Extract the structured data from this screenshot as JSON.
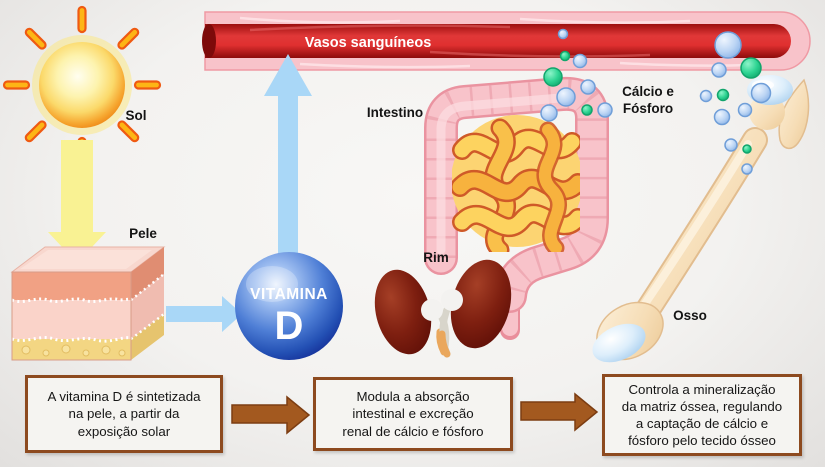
{
  "diagram_labels": {
    "sun": "Sol",
    "skin": "Pele",
    "blood_vessels": "Vasos sanguíneos",
    "vitamin_line1": "VITAMINA",
    "vitamin_line2": "D",
    "intestine": "Intestino",
    "kidney": "Rim",
    "bone": "Osso",
    "minerals_line1": "Cálcio e",
    "minerals_line2": "Fósforo"
  },
  "flow_boxes": [
    {
      "lines": [
        "A vitamina D é sintetizada",
        "na pele, a partir da",
        "exposição solar"
      ]
    },
    {
      "lines": [
        "Modula a absorção",
        "intestinal e excreção",
        "renal de cálcio e fósforo"
      ]
    },
    {
      "lines": [
        "Controla a mineralização",
        "da matriz óssea, regulando",
        "a captação de cálcio e",
        "fósforo pelo tecido ósseo"
      ]
    }
  ],
  "colors": {
    "flow_arrow_brown": "#a3591f",
    "box_border_brown": "#8d4a1f",
    "light_blue_arrow": "#a9d7f7",
    "sunbeam_yellow_arrow": "#f9f293",
    "vessel_red": "#d42525",
    "vessel_wall_pink": "#f8c3ca",
    "vitamin_sphere_blue": "#2b55b8",
    "calcium_particle_green": "#2ed492",
    "phosphorus_particle_blue": "#a9c8ef",
    "kidney_maroon": "#7b1d10",
    "bone_beige": "#f7e3c4"
  }
}
